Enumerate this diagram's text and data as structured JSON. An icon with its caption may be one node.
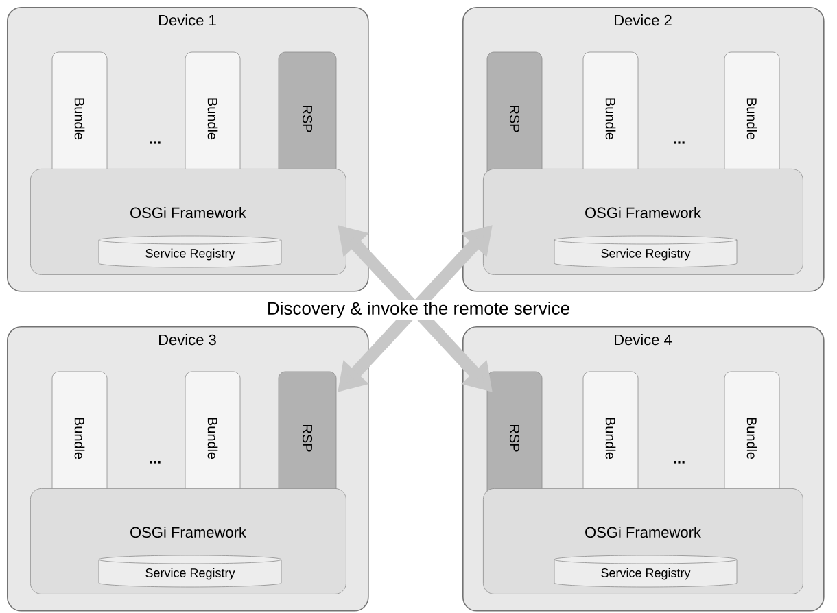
{
  "diagram": {
    "nodes": [
      {
        "text": [
          "Device 1"
        ]
      },
      {
        "text": [
          "Bundle"
        ],
        "in": 0
      },
      {
        "text": [
          "Bundle"
        ],
        "in": 0
      },
      {
        "text": [
          "RSP"
        ],
        "in": 0
      },
      {
        "text": [
          "OSGi Framework"
        ],
        "in": 0
      },
      {
        "text": [
          "Service Registry"
        ],
        "in": 4
      },
      {
        "text": [
          "Device 2"
        ]
      },
      {
        "text": [
          "RSP"
        ],
        "in": 6
      },
      {
        "text": [
          "Bundle"
        ],
        "in": 6
      },
      {
        "text": [
          "Bundle"
        ],
        "in": 6
      },
      {
        "text": [
          "OSGi Framework"
        ],
        "in": 6
      },
      {
        "text": [
          "Service Registry"
        ],
        "in": 10
      },
      {
        "text": [
          "Device 3"
        ]
      },
      {
        "text": [
          "Bundle"
        ],
        "in": 12
      },
      {
        "text": [
          "Bundle"
        ],
        "in": 12
      },
      {
        "text": [
          "RSP"
        ],
        "in": 12
      },
      {
        "text": [
          "OSGi Framework"
        ],
        "in": 12
      },
      {
        "text": [
          "Service Registry"
        ],
        "in": 16
      },
      {
        "text": [
          "Device 4"
        ]
      },
      {
        "text": [
          "RSP"
        ],
        "in": 18
      },
      {
        "text": [
          "Bundle"
        ],
        "in": 18
      },
      {
        "text": [
          "Bundle"
        ],
        "in": 18
      },
      {
        "text": [
          "OSGi Framework"
        ],
        "in": 18
      },
      {
        "text": [
          "Service Registry"
        ],
        "in": 22
      }
    ],
    "edges": [
      {
        "from": 0,
        "to": 18,
        "arrow": "both"
      },
      {
        "from": 6,
        "to": 12,
        "arrow": "both"
      }
    ],
    "labels": [
      "...",
      "...",
      "Discovery & invoke the remote service",
      "...",
      "..."
    ]
  }
}
